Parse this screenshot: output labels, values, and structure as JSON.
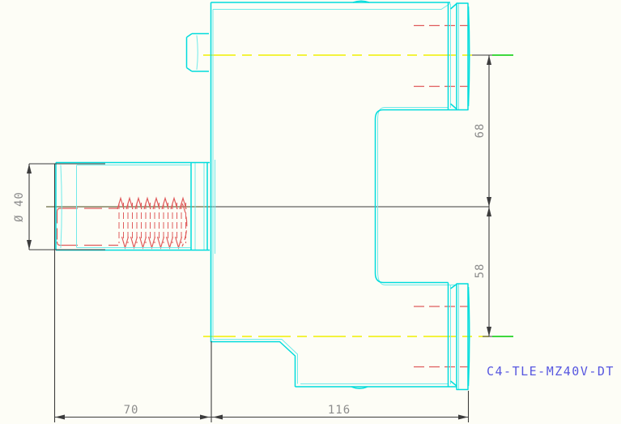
{
  "title": {
    "part_code": "C4-TLE-MZ40V-DT"
  },
  "dimensions": {
    "shaft_diameter_label": "Ø 40",
    "upper_offset_label": "68",
    "lower_offset_label": "58",
    "shaft_length_label": "70",
    "body_width_label": "116"
  },
  "colors": {
    "outline": "#00dcdc",
    "outline_secondary": "#6feaea",
    "hidden_line": "#e05c5c",
    "centerline": "#f0f000",
    "centerline_overlap": "#6b6b45",
    "datum_green": "#00cc00",
    "dimension_line": "#3c3c3c",
    "dimension_text": "#8c8c8c",
    "part_code_text": "#5757e0",
    "background": "#fdfdf6"
  }
}
